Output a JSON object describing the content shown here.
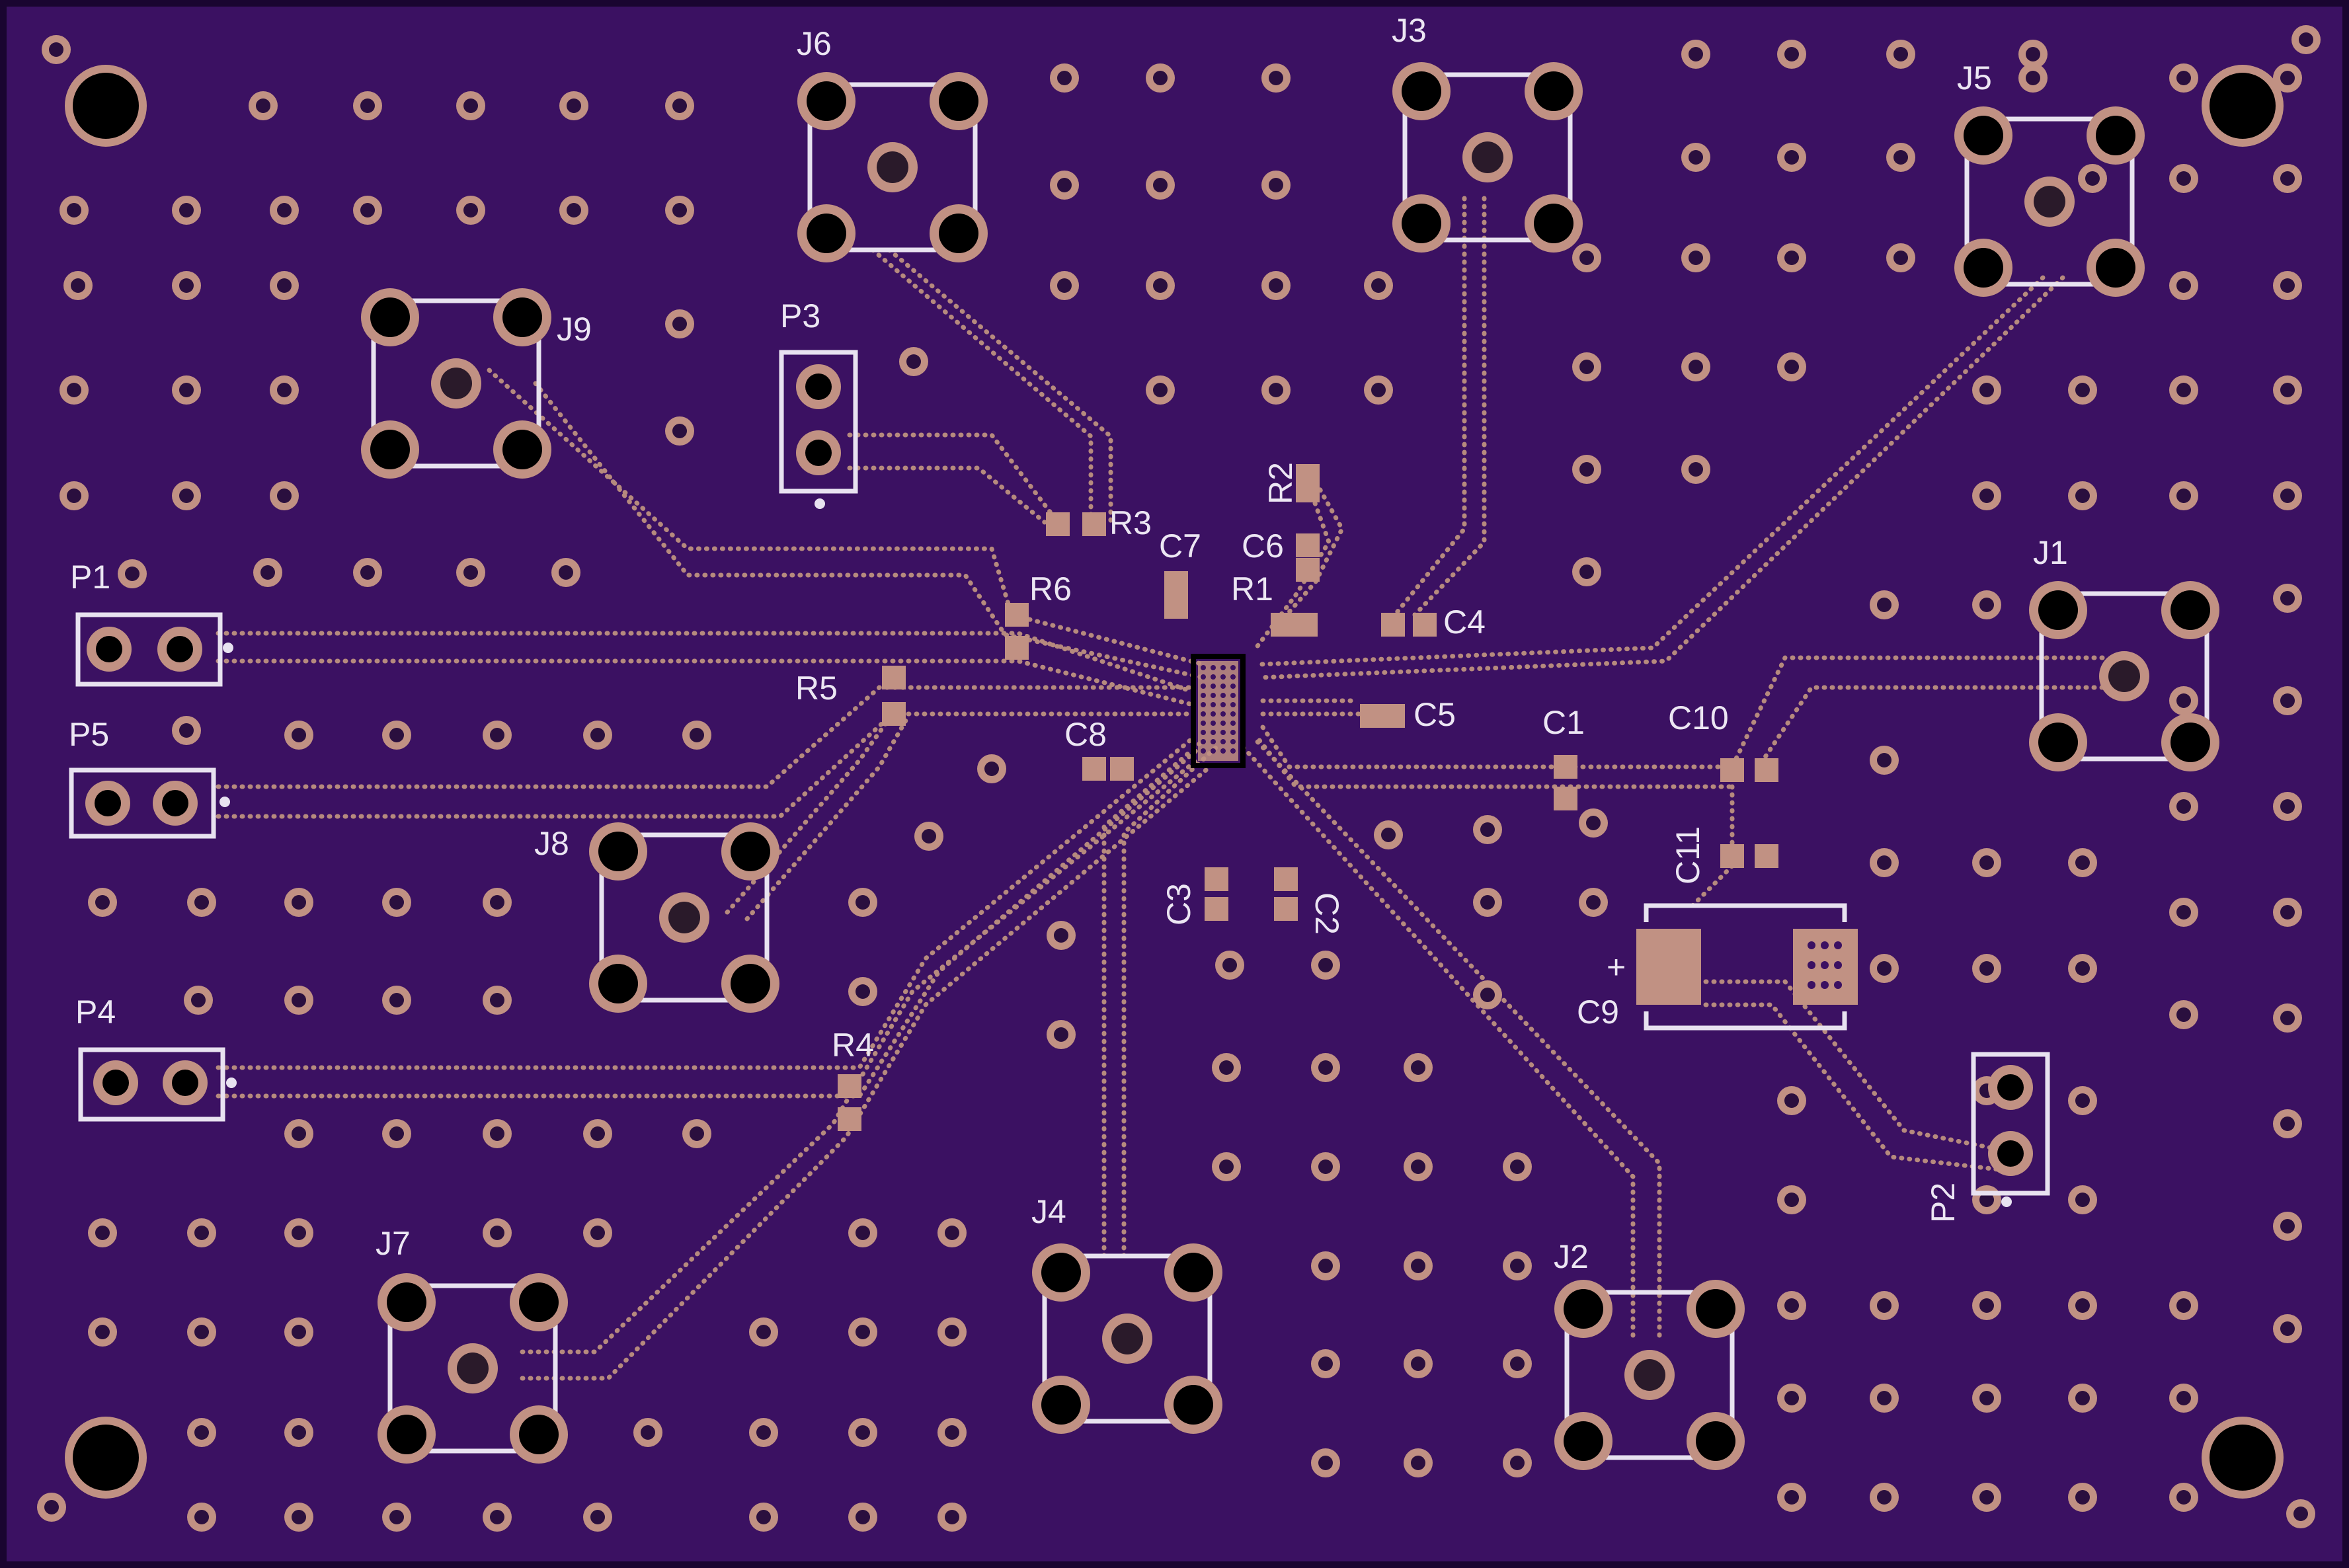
{
  "board": {
    "colors": {
      "substrate": "#3b1162",
      "edge": "#1a0530",
      "copper": "#c19183",
      "hole": "#2a0f3e",
      "silk": "#e8e2f0",
      "trace": "#b68a7e"
    }
  },
  "labels": {
    "j1": "J1",
    "j2": "J2",
    "j3": "J3",
    "j4": "J4",
    "j5": "J5",
    "j6": "J6",
    "j7": "J7",
    "j8": "J8",
    "j9": "J9",
    "p1": "P1",
    "p2": "P2",
    "p3": "P3",
    "p4": "P4",
    "p5": "P5",
    "r1": "R1",
    "r2": "R2",
    "r3": "R3",
    "r4": "R4",
    "r5": "R5",
    "r6": "R6",
    "c1": "C1",
    "c2": "C2",
    "c3": "C3",
    "c4": "C4",
    "c5": "C5",
    "c6": "C6",
    "c7": "C7",
    "c8": "C8",
    "c9": "C9",
    "c10": "C10",
    "c11": "C11",
    "c9_polarity": "+"
  }
}
